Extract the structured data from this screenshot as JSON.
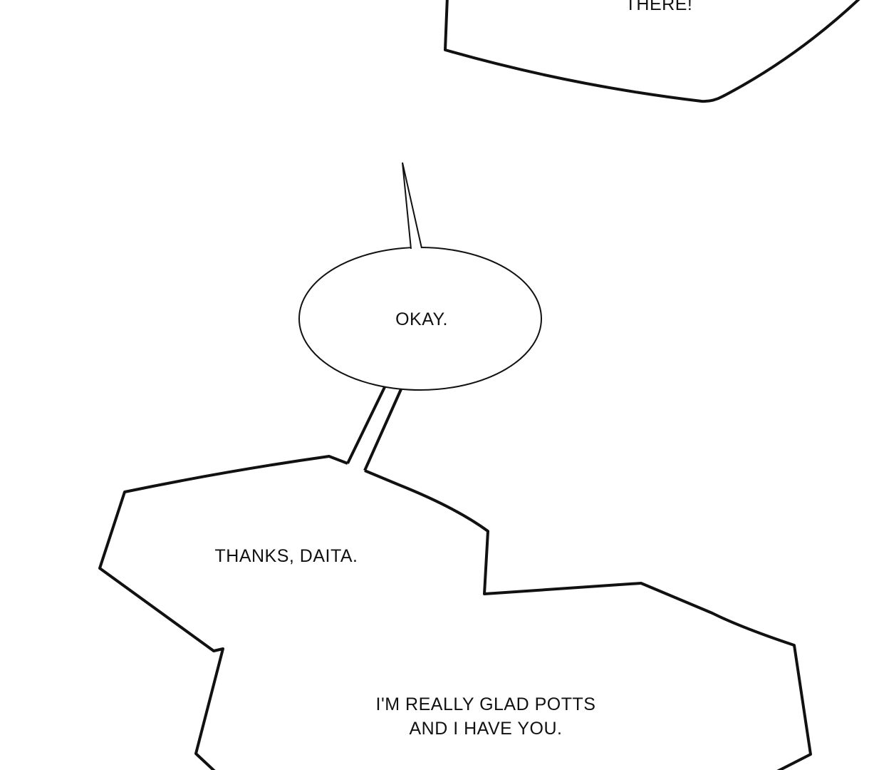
{
  "panel": {
    "bubbles": [
      {
        "id": "top",
        "text": "THERE!"
      },
      {
        "id": "oval",
        "text": "OKAY."
      },
      {
        "id": "left",
        "text": "THANKS, DAITA."
      },
      {
        "id": "bottom",
        "lines": [
          "I'M REALLY GLAD POTTS",
          "AND I HAVE YOU."
        ]
      }
    ]
  },
  "colors": {
    "ink": "#111111",
    "paper": "#ffffff"
  }
}
